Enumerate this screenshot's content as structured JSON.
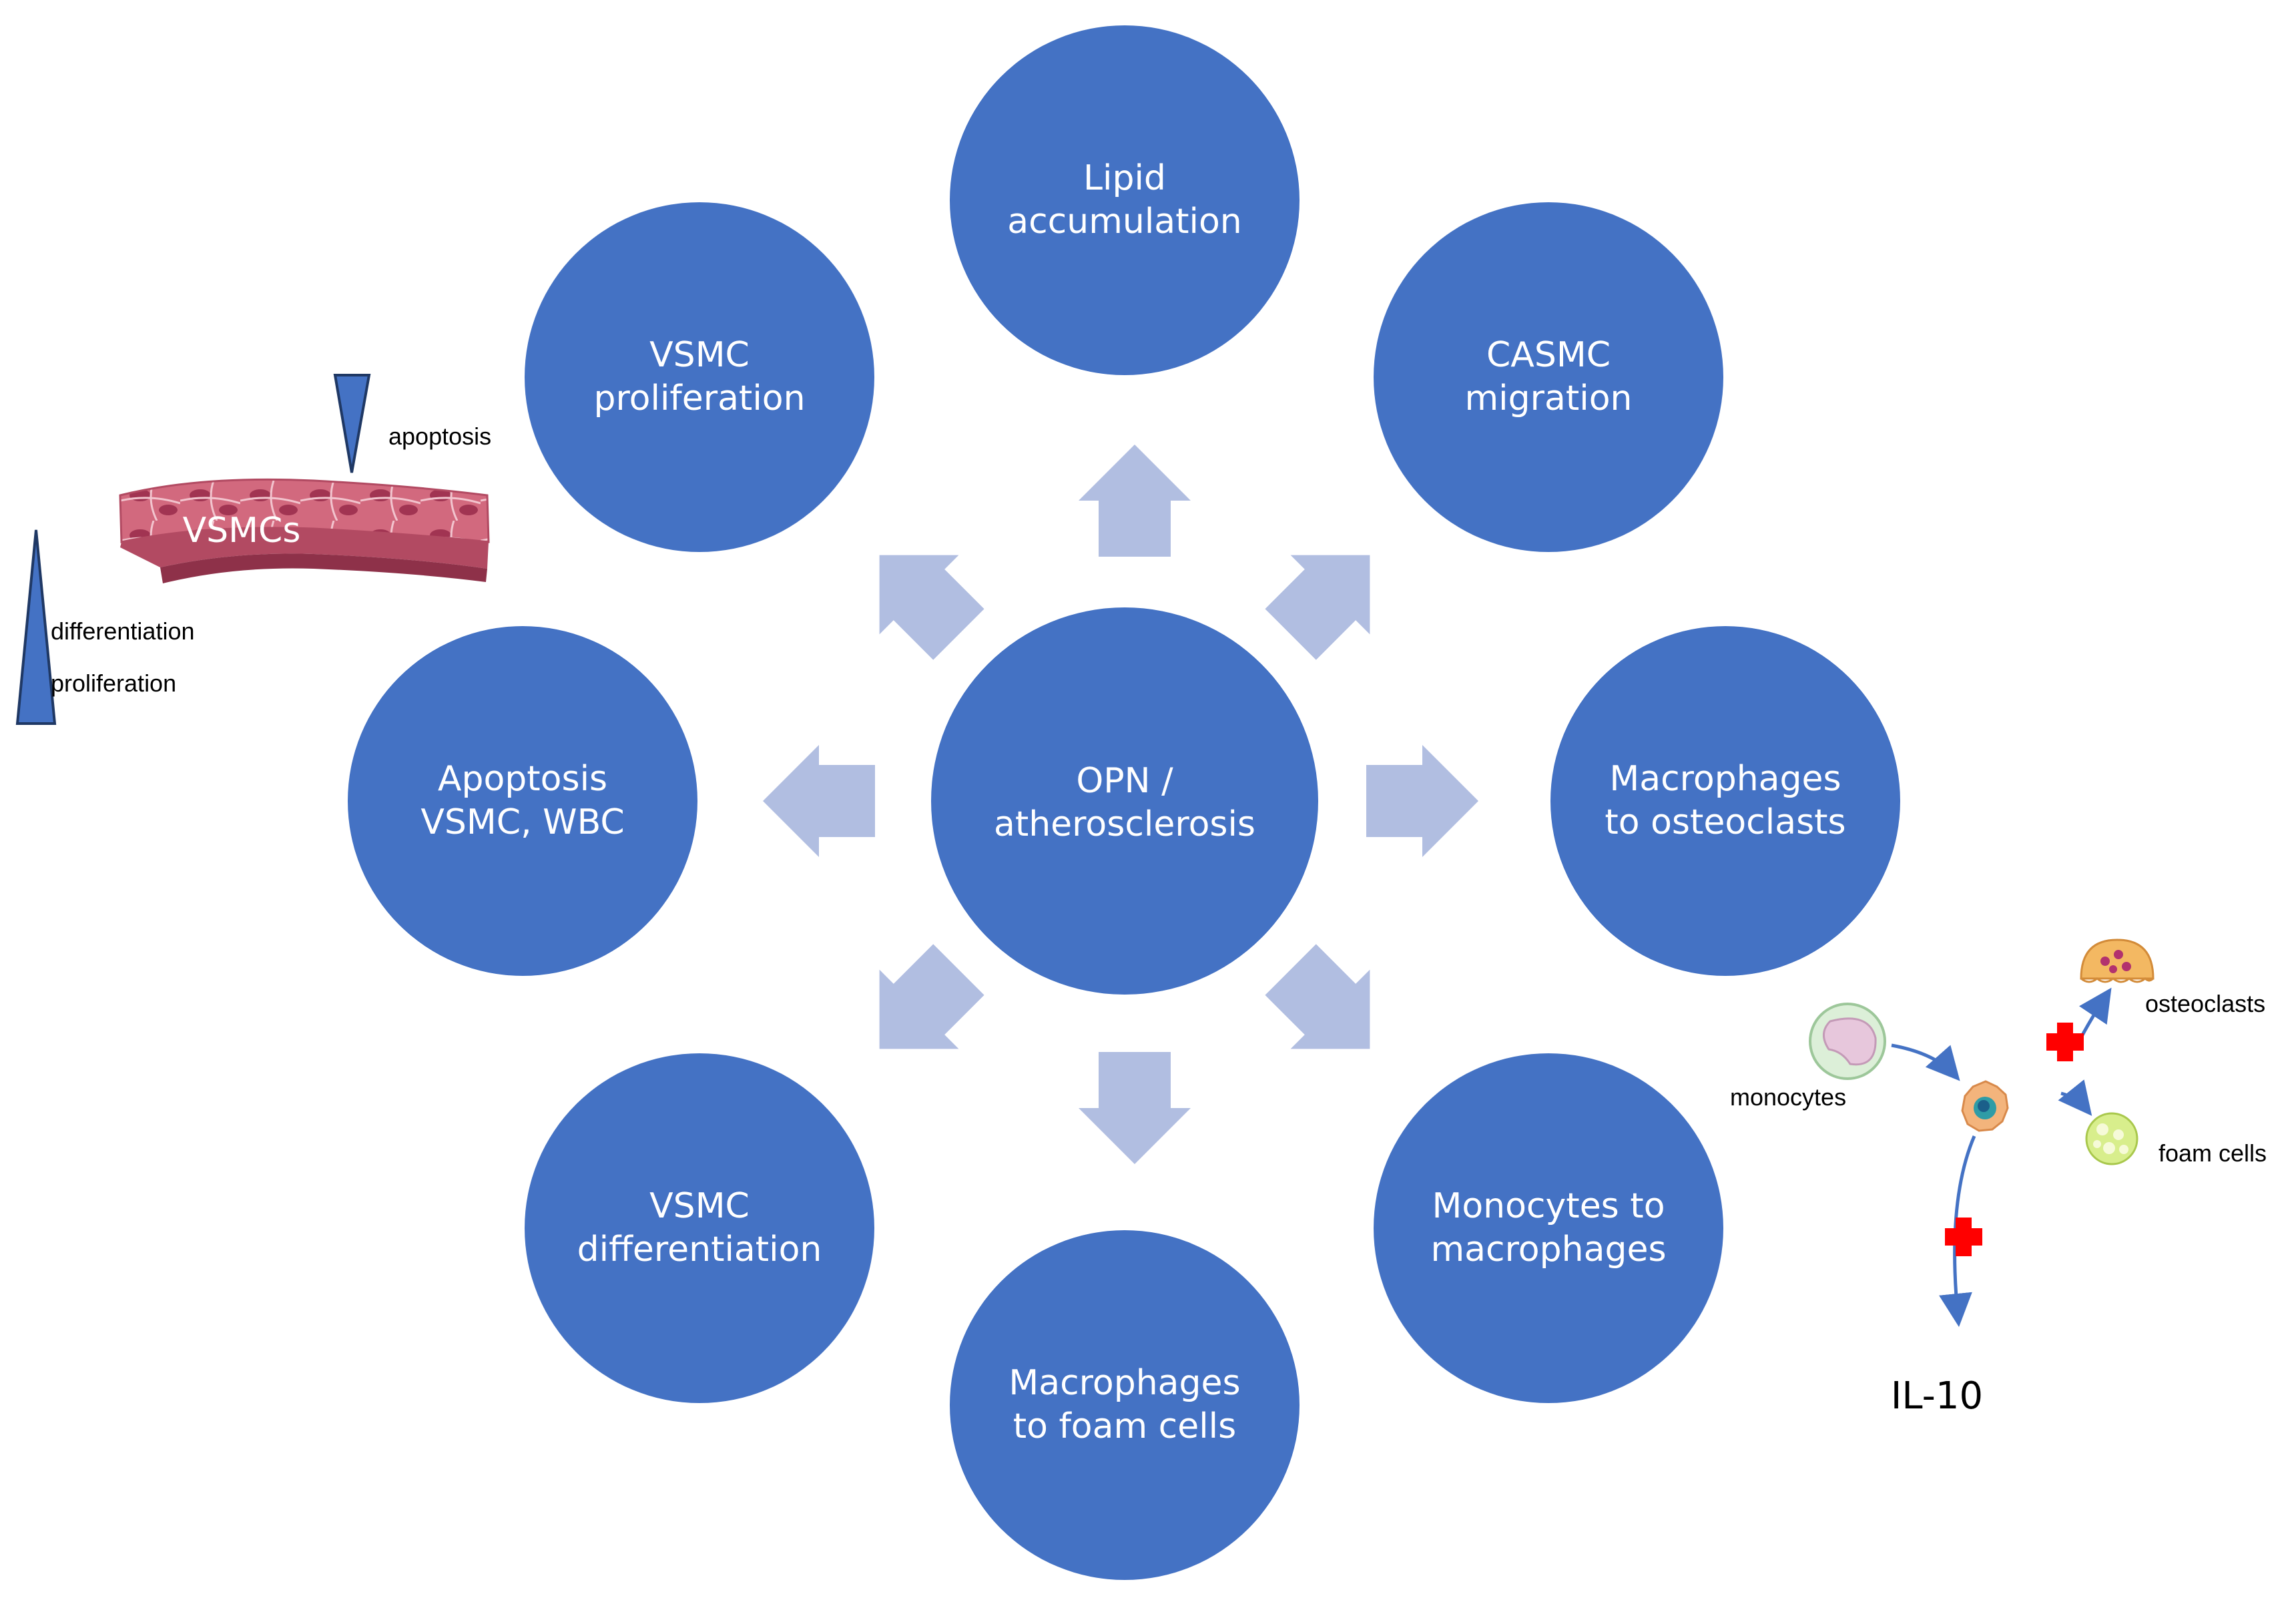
{
  "colors": {
    "circle": "#4472C4",
    "arrow": "#B1BEE1",
    "tissue": "#D2697E",
    "triangle": "#4472C4",
    "inhibit": "#FF0000",
    "pathway_arrow": "#4472C4"
  },
  "center": {
    "line1": "OPN /",
    "line2": "atherosclerosis"
  },
  "circles": [
    {
      "line1": "Lipid",
      "line2": "accumulation"
    },
    {
      "line1": "CASMC",
      "line2": "migration"
    },
    {
      "line1": "Macrophages",
      "line2": "to osteoclasts"
    },
    {
      "line1": "Monocytes to",
      "line2": "macrophages"
    },
    {
      "line1": "Macrophages",
      "line2": "to foam cells"
    },
    {
      "line1": "VSMC",
      "line2": "differentiation"
    },
    {
      "line1": "Apoptosis",
      "line2": "VSMC, WBC"
    },
    {
      "line1": "VSMC",
      "line2": "proliferation"
    }
  ],
  "vsmc_panel": {
    "tissue_label": "VSMCs",
    "apoptosis": "apoptosis",
    "differentiation": "differentiation",
    "proliferation": "proliferation"
  },
  "macrophage_panel": {
    "monocytes": "monocytes",
    "osteoclasts": "osteoclasts",
    "foam_cells": "foam cells",
    "il10": "IL-10"
  }
}
